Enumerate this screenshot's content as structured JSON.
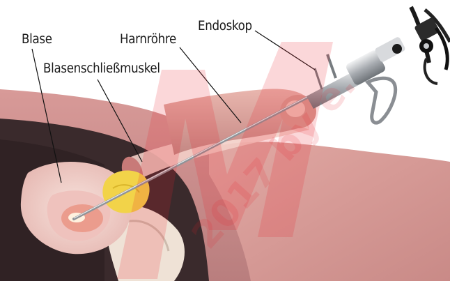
{
  "labels": {
    "blase": "Blase",
    "blasenschliessmuskel": "Blasenschließmuskel",
    "harnroehre": "Harnröhre",
    "endoskop": "Endoskop"
  },
  "watermark": {
    "text": "2017 by e.",
    "brand_letters": "M"
  },
  "colors": {
    "tissue": "#c98a8a",
    "tissue_light": "#e9b7b3",
    "bladder": "#f0cfc8",
    "prostate": "#f1d34a",
    "instrument": "#b9bcc0",
    "cavity": "#3a2a2c",
    "watermark": "#e8202a"
  }
}
